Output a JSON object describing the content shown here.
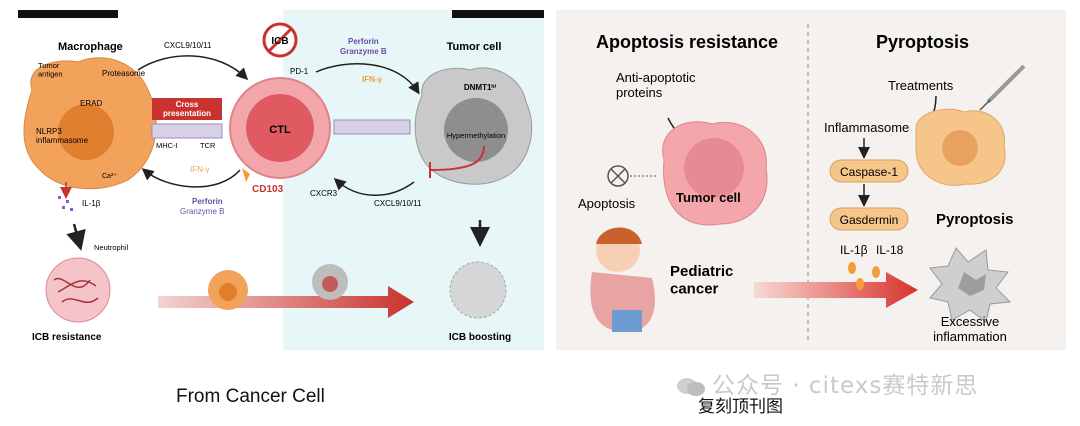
{
  "left_figure": {
    "macrophage": "Macrophage",
    "tumor_antigen": "Tumor\nantigen",
    "proteasome": "Proteasome",
    "erad": "ERAD",
    "nlrp3": "NLRP3\ninflammasome",
    "ca": "Ca²⁺",
    "il1b": "IL-1β",
    "cross_presentation": "Cross\npresentation",
    "mhc": "MHC-I",
    "tcr": "TCR",
    "ifn_bottom": "IFN-γ",
    "perforin_bottom": "Perforin",
    "granzyme_bottom": "Granzyme B",
    "cd103": "CD103",
    "cxcl_top_left": "CXCL9/10/11",
    "icb": "ICB",
    "pd1": "PD-1",
    "ctl": "CTL",
    "perforin_top": "Perforin",
    "granzyme_top": "Granzyme B",
    "ifn_top": "IFN-γ",
    "tumor_cell": "Tumor cell",
    "dnmt": "DNMT1ʰⁱ",
    "hypermethylation": "Hypermethylation",
    "cxcr3": "CXCR3",
    "cxcl_bottom_right": "CXCL9/10/11",
    "neutrophil": "Neutrophil",
    "icb_resistance": "ICB resistance",
    "icb_boosting": "ICB boosting"
  },
  "right_figure": {
    "apoptosis_resistance": "Apoptosis resistance",
    "pyroptosis_title": "Pyroptosis",
    "anti_apoptotic": "Anti-apoptotic\nproteins",
    "apoptosis": "Apoptosis",
    "tumor_cell": "Tumor cell",
    "pediatric_cancer": "Pediatric\ncancer",
    "treatments": "Treatments",
    "inflammasome": "Inflammasome",
    "caspase": "Caspase-1",
    "gasdermin": "Gasdermin",
    "pyroptosis_label": "Pyroptosis",
    "il1b": "IL-1β",
    "il18": "IL-18",
    "excessive_inflammation": "Excessive\ninflammation"
  },
  "captions": {
    "left": "From Cancer Cell",
    "right": "复刻顶刊图",
    "watermark": "公众号 · citexs赛特新思"
  },
  "colors": {
    "tumor_pink": "#f3a7ab",
    "macrophage_orange": "#f2a25a",
    "ctl_red": "#e05a62",
    "arrow_red": "#c9322e",
    "background_cyan": "#e7f6f7",
    "pill_orange": "#f6c58a",
    "perforin_purple": "#6b4ea6"
  }
}
